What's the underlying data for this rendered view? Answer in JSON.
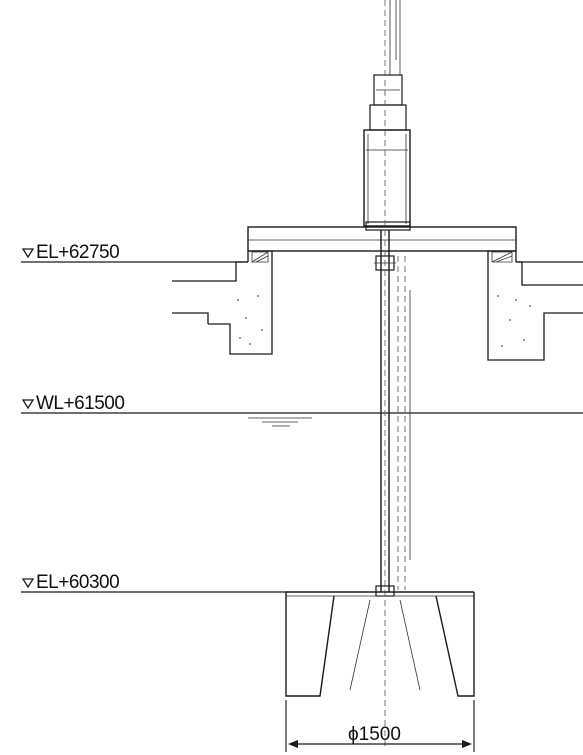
{
  "labels": {
    "top_elevation": "EL+62750",
    "water_level": "WL+61500",
    "bottom_elevation": "EL+60300"
  },
  "dimension": {
    "diameter": "ϕ1500"
  }
}
